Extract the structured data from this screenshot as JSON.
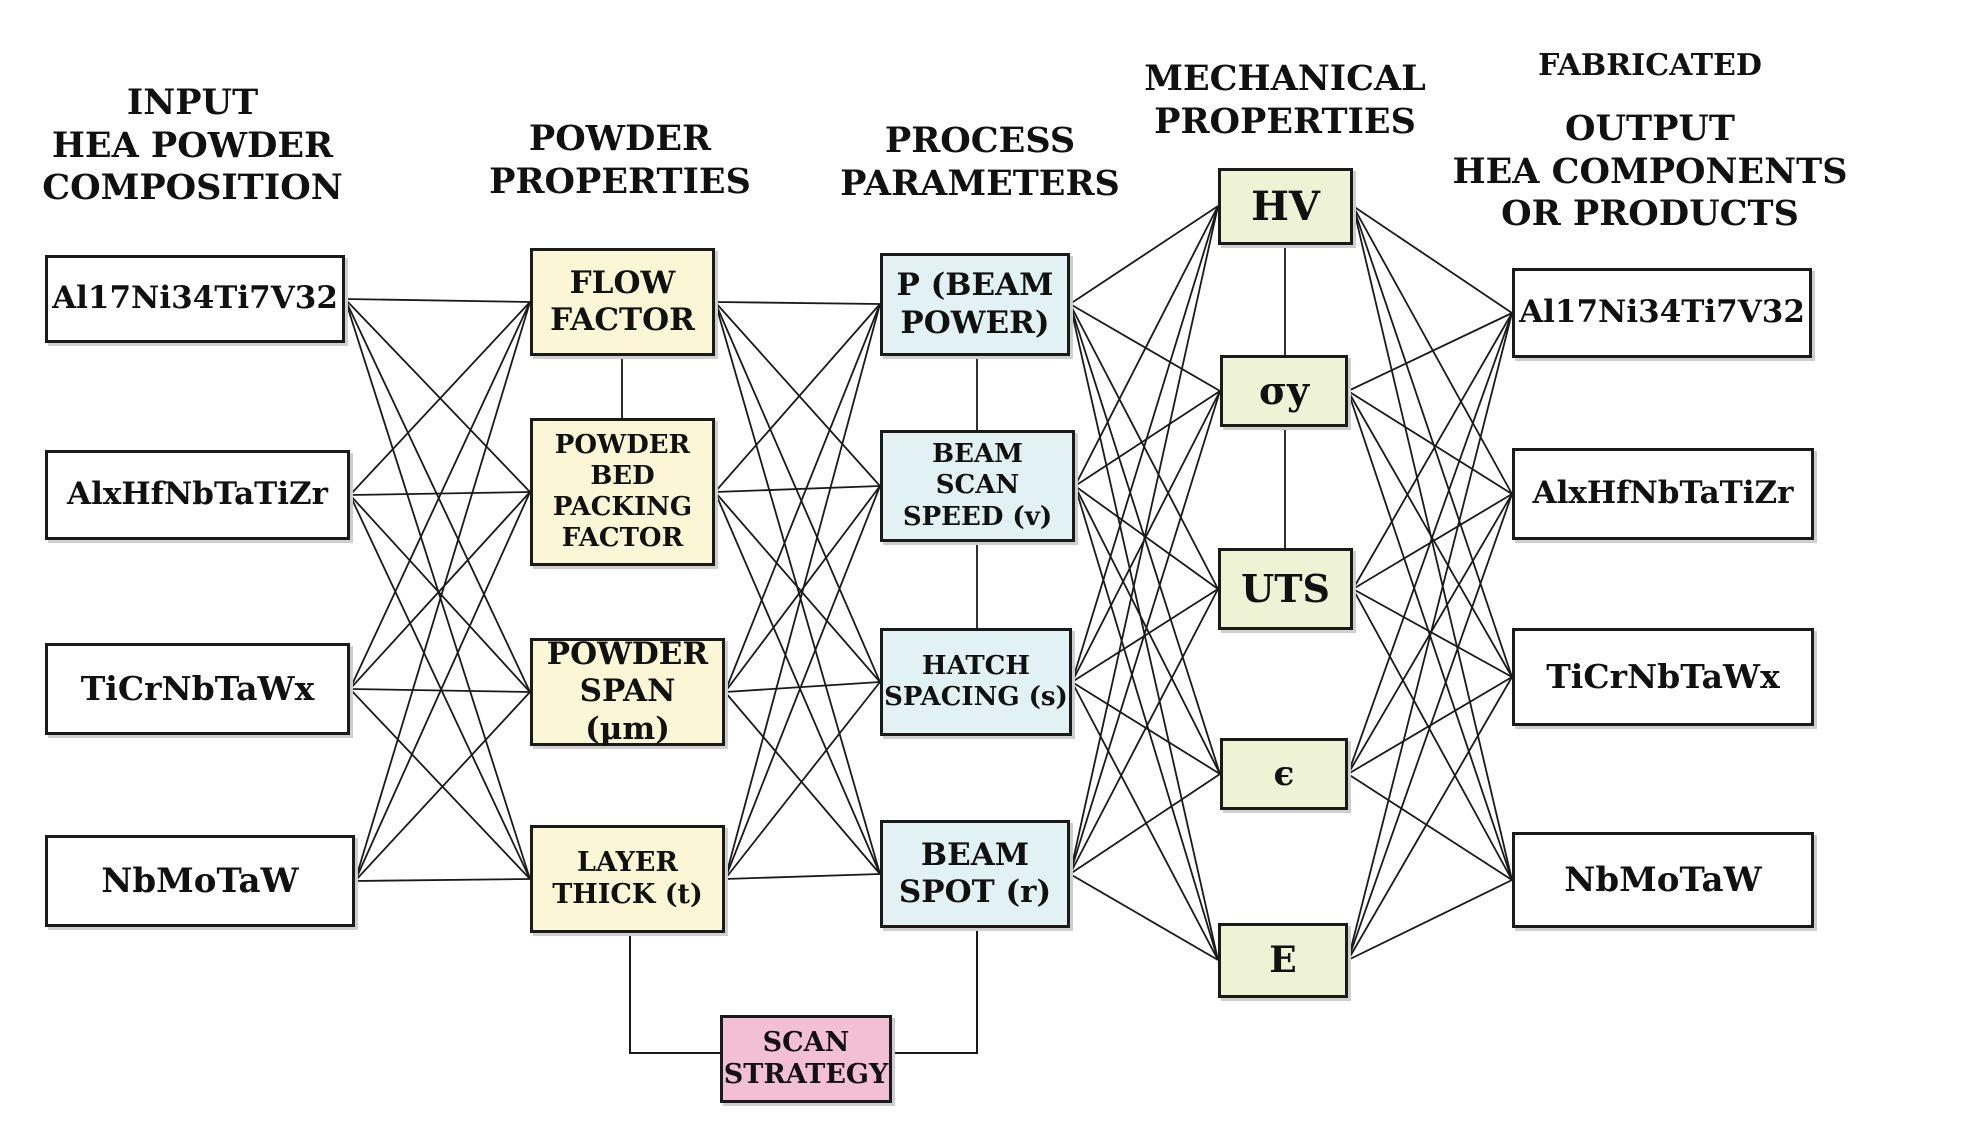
{
  "headers": {
    "input": [
      "INPUT",
      "HEA POWDER",
      "COMPOSITION"
    ],
    "powder": [
      "POWDER",
      "PROPERTIES"
    ],
    "process": [
      "PROCESS",
      "PARAMETERS"
    ],
    "mechanical": [
      "MECHANICAL",
      "PROPERTIES"
    ],
    "fabricated": "FABRICATED",
    "output": [
      "OUTPUT",
      "HEA COMPONENTS",
      "OR PRODUCTS"
    ]
  },
  "inputs": [
    "Al17Ni34Ti7V32",
    "AlxHfNbTaTiZr",
    "TiCrNbTaWx",
    "NbMoTaW"
  ],
  "powder_properties": [
    [
      "FLOW",
      "FACTOR"
    ],
    [
      "POWDER",
      "BED",
      "PACKING",
      "FACTOR"
    ],
    [
      "POWDER",
      "SPAN (μm)"
    ],
    [
      "LAYER",
      "THICK (t)"
    ]
  ],
  "process_parameters": [
    [
      "P (BEAM",
      "POWER)"
    ],
    [
      "BEAM",
      "SCAN",
      "SPEED (v)"
    ],
    [
      "HATCH",
      "SPACING (s)"
    ],
    [
      "BEAM",
      "SPOT (r)"
    ]
  ],
  "mechanical_properties": [
    "HV",
    "σy",
    "UTS",
    "ϵ",
    "E"
  ],
  "outputs": [
    "Al17Ni34Ti7V32",
    "AlxHfNbTaTiZr",
    "TiCrNbTaWx",
    "NbMoTaW"
  ],
  "scan_strategy": [
    "SCAN",
    "STRATEGY"
  ],
  "colors": {
    "input_fill": "#ffffff",
    "powder_fill": "#fbf7d6",
    "process_fill": "#e2f1f4",
    "mechanical_fill": "#eef3d6",
    "output_fill": "#ffffff",
    "scan_fill": "#f3bfd3",
    "line": "#1a1a1a"
  }
}
